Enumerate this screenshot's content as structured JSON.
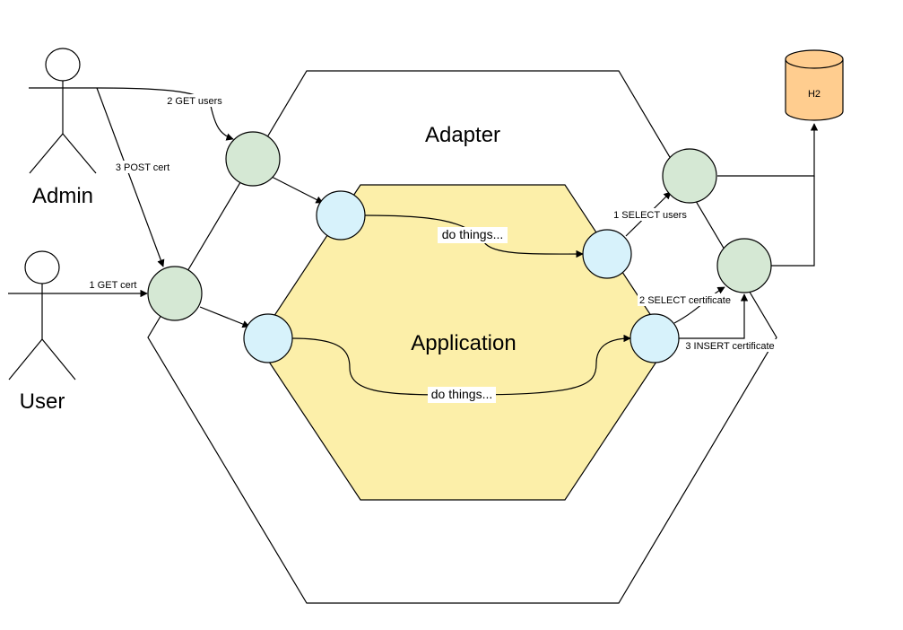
{
  "labels": {
    "adapter": "Adapter",
    "application": "Application",
    "database": "H2",
    "actor_admin": "Admin",
    "actor_user": "User",
    "edge_get_users": "2 GET users",
    "edge_post_cert": "3 POST cert",
    "edge_get_cert": "1 GET cert",
    "edge_select_users": "1 SELECT users",
    "edge_select_certificate": "2 SELECT certificate",
    "edge_insert_certificate": "3 INSERT certificate",
    "do_things_top": "do things...",
    "do_things_bottom": "do things..."
  },
  "colors": {
    "application_fill": "#fcefa9",
    "adapter_node": "#d5e8d4",
    "port_node": "#d7f2fb",
    "database_fill": "#ffcd8f",
    "database_stroke": "#000000"
  }
}
